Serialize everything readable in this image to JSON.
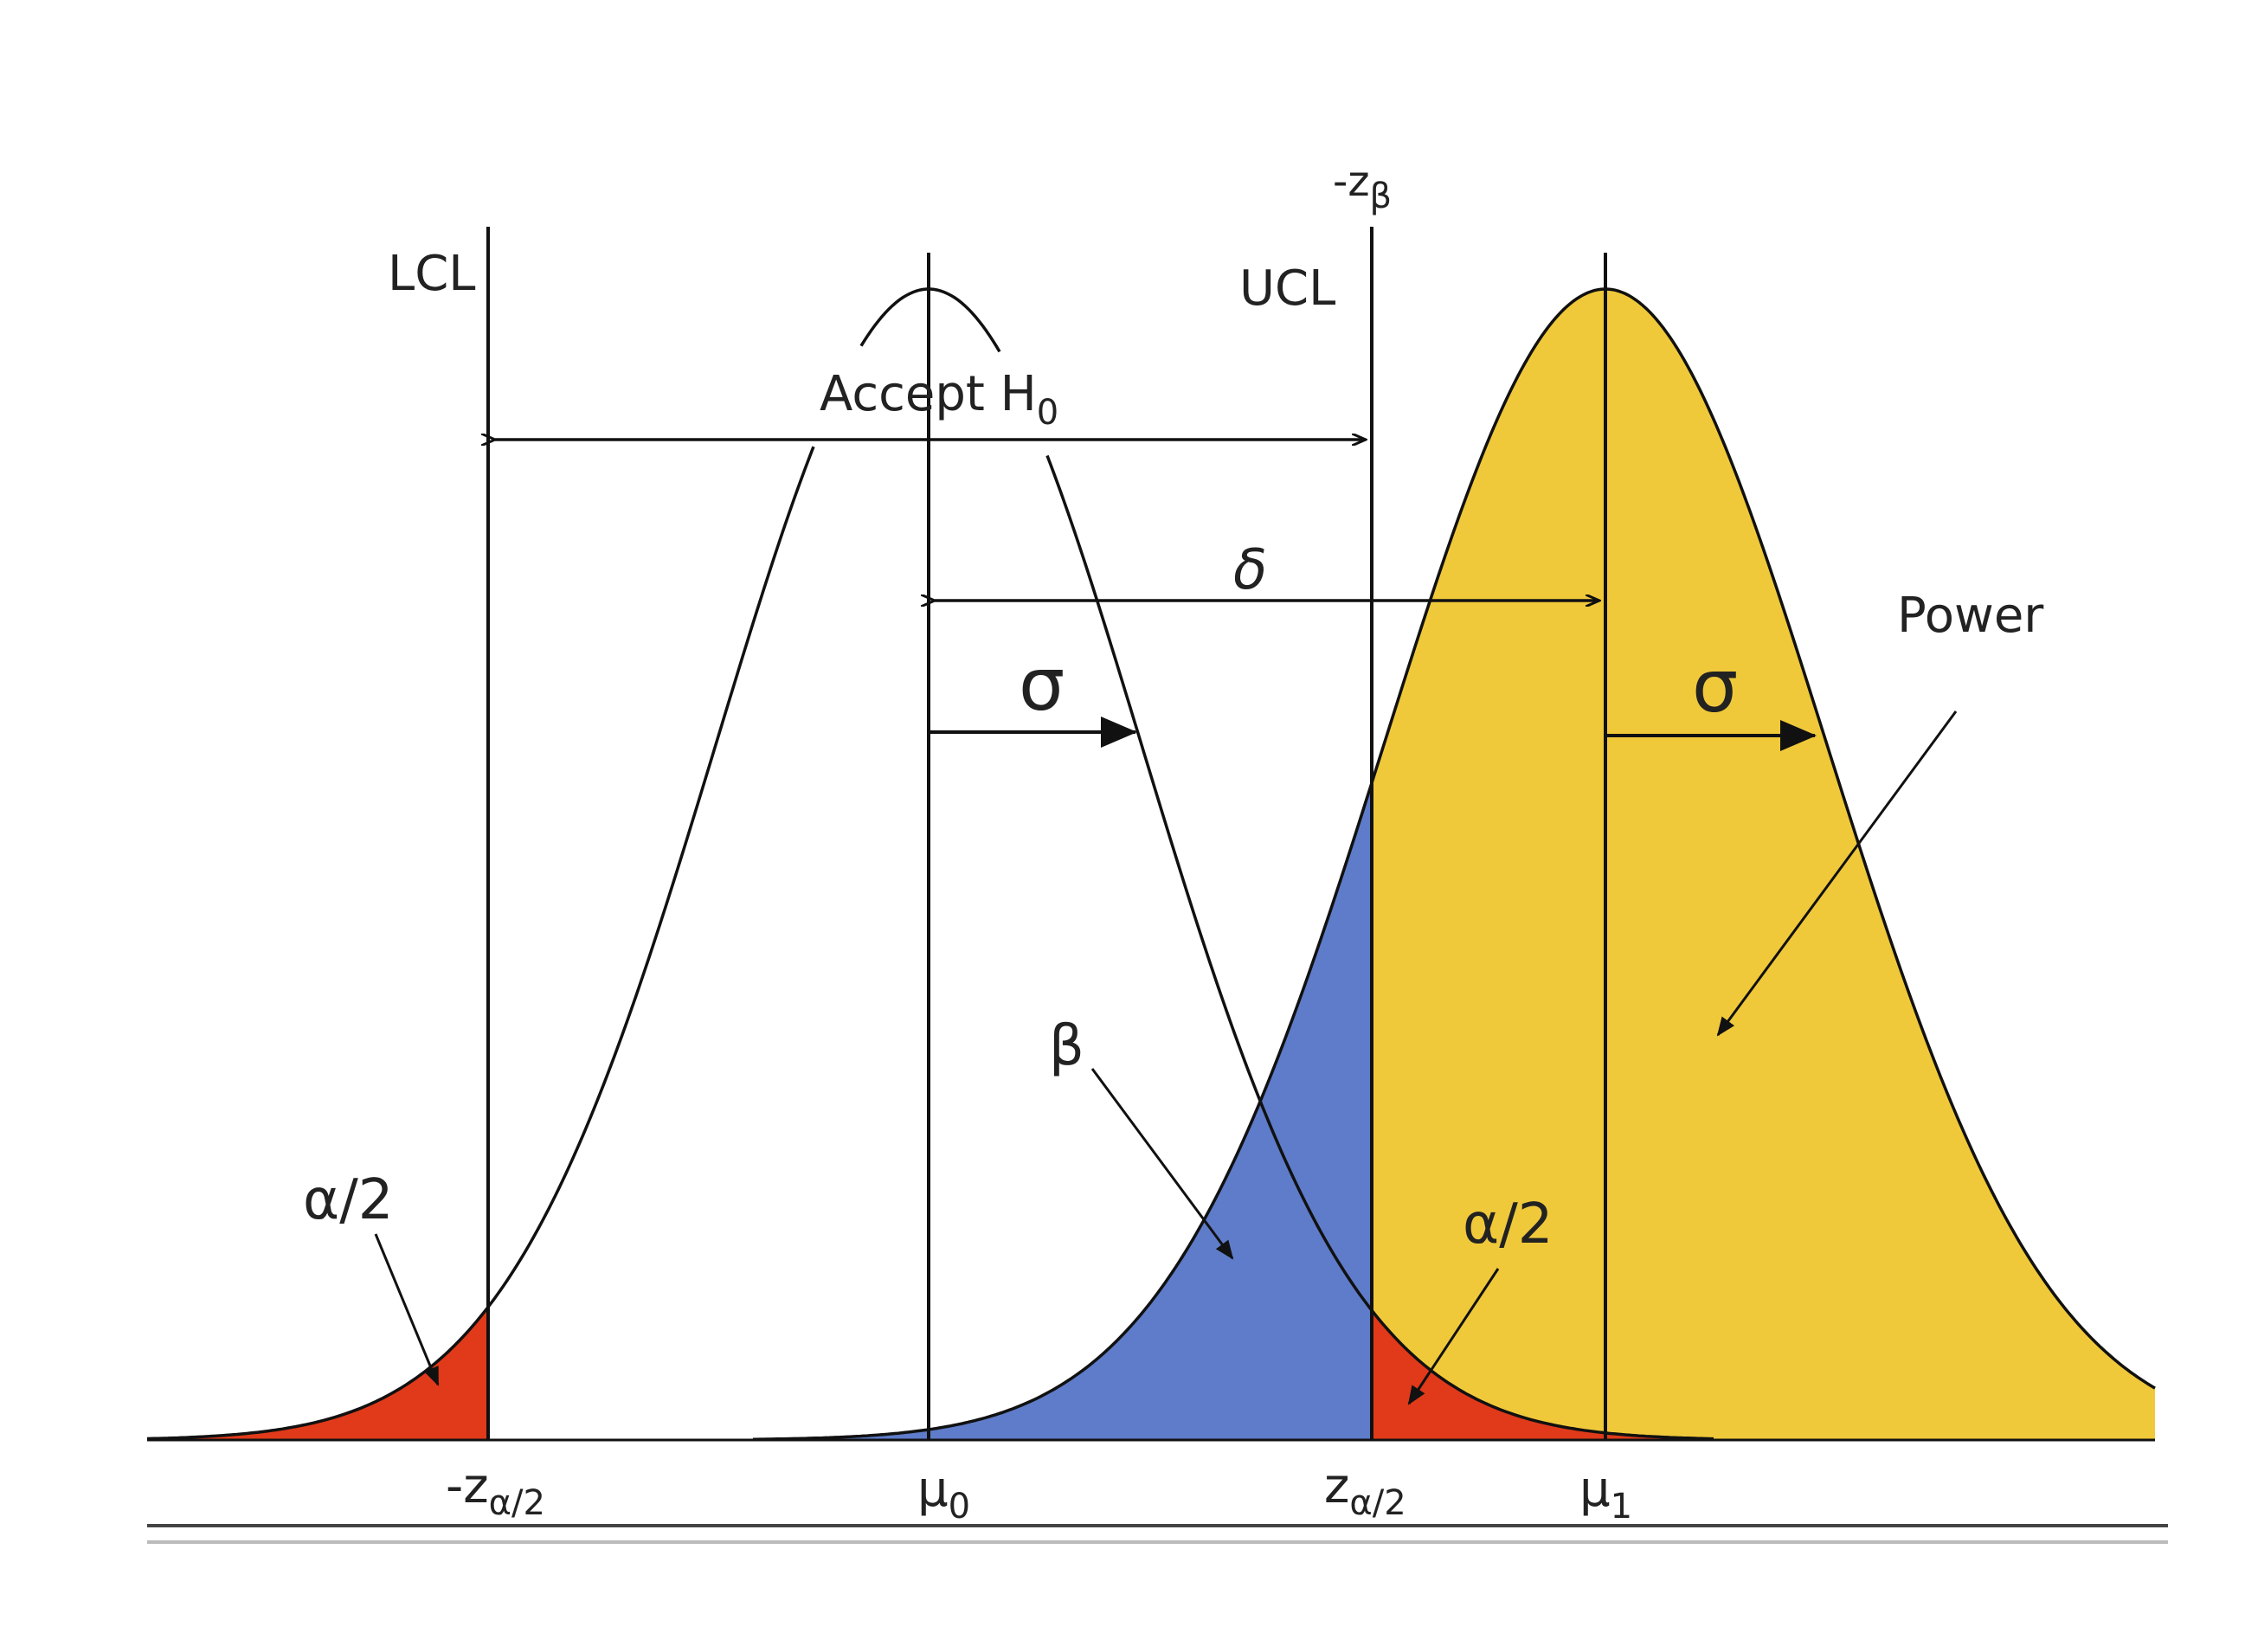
{
  "labels": {
    "lcl": "LCL",
    "ucl": "UCL",
    "neg_z_beta": {
      "main": "-z",
      "sub": "β"
    },
    "accept": {
      "main": "Accept H",
      "sub": "0"
    },
    "delta": "δ",
    "sigma_left": "σ",
    "sigma_right": "σ",
    "power": "Power",
    "beta": "β",
    "alpha_left": "α/2",
    "alpha_right": "α/2",
    "neg_z_alpha": {
      "main": "-z",
      "sub": "α/2"
    },
    "mu0": {
      "main": "μ",
      "sub": "0"
    },
    "z_alpha": {
      "main": "z",
      "sub": "α/2"
    },
    "mu1": {
      "main": "μ",
      "sub": "1"
    }
  },
  "colors": {
    "alpha_region": "#e03a1a",
    "beta_region": "#5e7cc9",
    "power_region": "#f0c93a",
    "line": "#111111"
  }
}
